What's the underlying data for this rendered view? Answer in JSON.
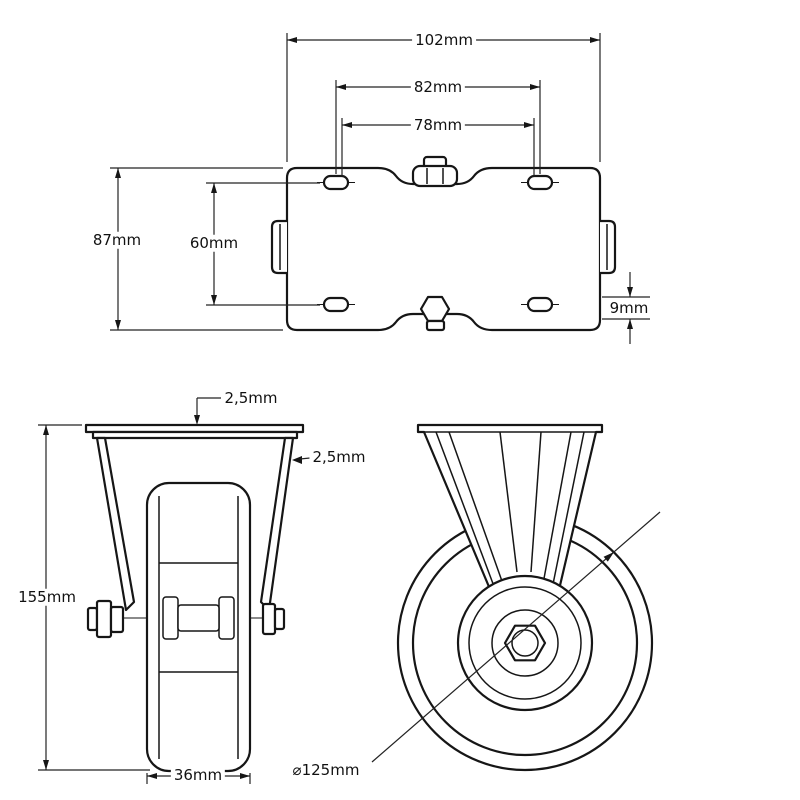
{
  "drawing": {
    "type": "caster-wheel-technical-drawing",
    "colors": {
      "line": "#161616",
      "background": "#ffffff"
    },
    "views": {
      "top_view": {
        "plate_width": "102mm",
        "bolt_spacing_width": "82mm",
        "inner_width": "78mm",
        "plate_depth": "87mm",
        "bolt_spacing_depth": "60mm",
        "edge_offset": "9mm"
      },
      "front_view": {
        "plate_thickness": "2,5mm",
        "bracket_thickness": "2,5mm",
        "total_height": "155mm",
        "wheel_width": "36mm"
      },
      "side_view": {
        "wheel_diameter": "⌀125mm"
      }
    }
  }
}
